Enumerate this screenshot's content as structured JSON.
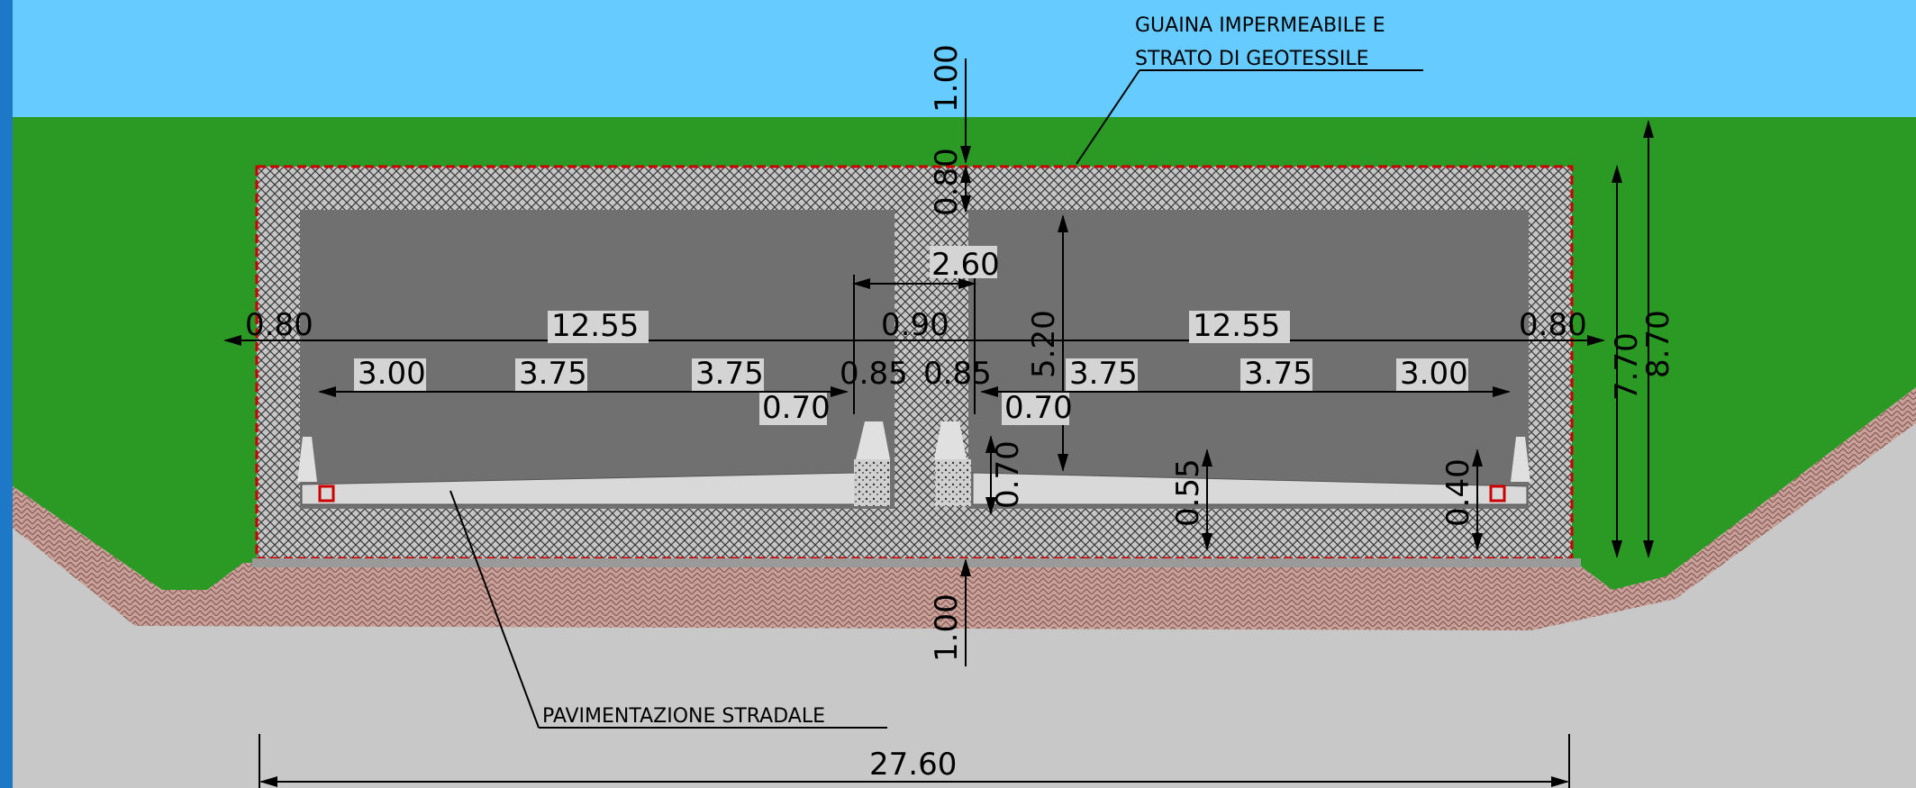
{
  "notes": {
    "membrane_line1": "GUAINA IMPERMEABILE E",
    "membrane_line2": "STRATO DI GEOTESSILE",
    "pavement": "PAVIMENTAZIONE STRADALE"
  },
  "dimensions": {
    "cover_top": "1.00",
    "roof_thickness": "0.80",
    "median_width": "2.60",
    "left_wall": "0.80",
    "left_span": "12.55",
    "middle_wall": "0.90",
    "right_span": "12.55",
    "right_wall": "0.80",
    "inner_height": "5.20",
    "inner_total_height": "7.70",
    "outer_height": "8.70",
    "lane_left_1": "3.00",
    "lane_left_2": "3.75",
    "lane_left_3": "3.75",
    "shoulder_left": "0.85",
    "shoulder_right": "0.85",
    "lane_right_1": "3.75",
    "lane_right_2": "3.75",
    "lane_right_3": "3.00",
    "barrier_left": "0.70",
    "barrier_right": "0.70",
    "curb_height": "0.70",
    "pavement_thickness": "0.55",
    "slab_right": "0.40",
    "cover_bottom": "1.00",
    "total_width": "27.60"
  },
  "colors": {
    "sky": "#66ccff",
    "soil": "#2a9a25",
    "ground": "#c8c8c8",
    "concrete": "#c4c4c4",
    "interior": "#707070",
    "membrane": "#cc0000",
    "frame": "#1e78c8"
  }
}
